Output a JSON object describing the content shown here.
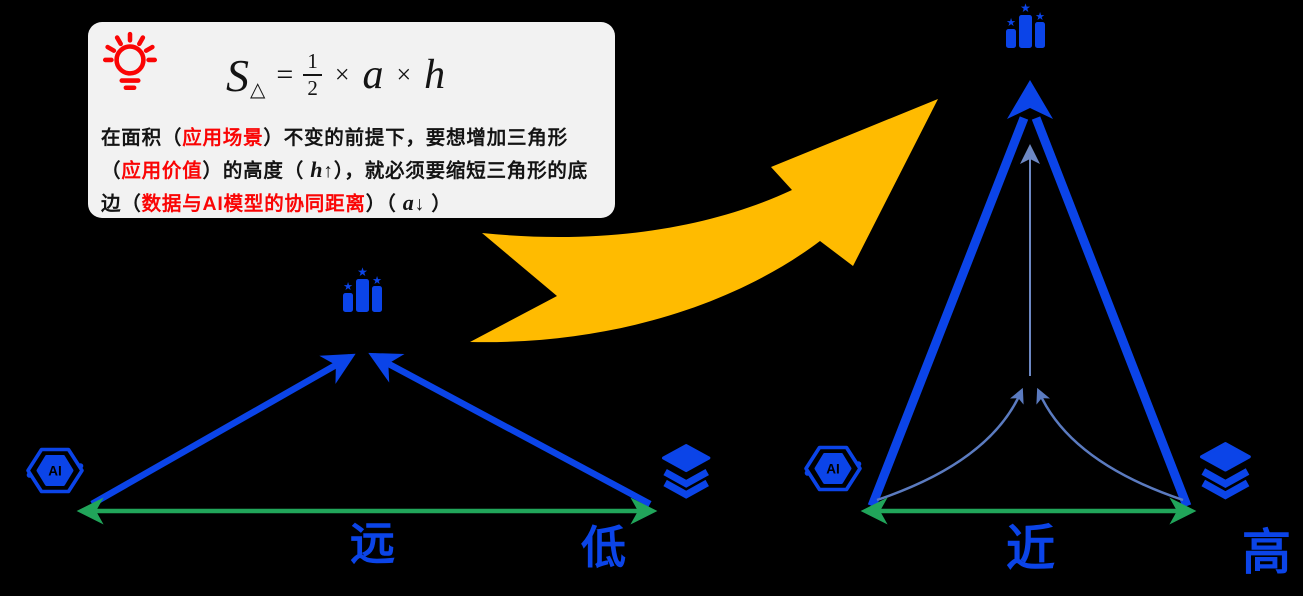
{
  "colors": {
    "blue": "#0b44e8",
    "steel_blue": "#5b7bc0",
    "green": "#21a55a",
    "yellow": "#ffbb00",
    "red": "#fa0505",
    "box_background": "#f2f2f2",
    "text_black": "#141414"
  },
  "info_box": {
    "formula": {
      "s": "S",
      "subscript": "△",
      "equals": "=",
      "numerator": "1",
      "denominator": "2",
      "times_1": "×",
      "base": "a",
      "times_2": "×",
      "height": "h"
    },
    "explanation": {
      "seg_1": "在面积（",
      "highlight_1": "应用场景",
      "seg_2": "）不变的前提下，要想增加三角形（",
      "highlight_2": "应用价值",
      "seg_3": "）的高度（ ",
      "var_h": "h",
      "arrow_up": "↑",
      "seg_4": "），就必须要缩短三角形的底边（",
      "highlight_3": "数据与AI模型的协同距离",
      "seg_5": "）（ ",
      "var_a": "a",
      "arrow_down": "↓",
      "seg_6": " ）"
    }
  },
  "left_diagram": {
    "base_label": "远",
    "value_label": "低"
  },
  "right_diagram": {
    "base_label": "近",
    "value_label": "高"
  },
  "icons": {
    "ai_label": "AI",
    "star": "★"
  }
}
